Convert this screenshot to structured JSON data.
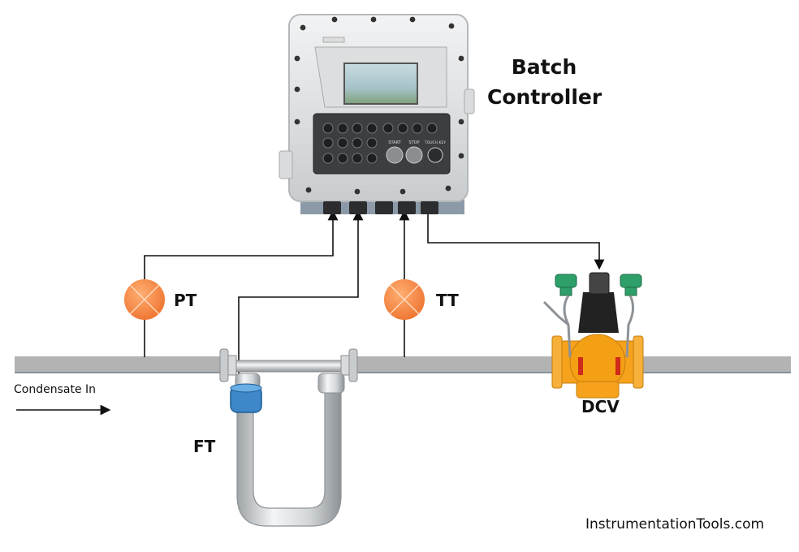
{
  "controller": {
    "title_line1": "Batch",
    "title_line2": "Controller",
    "buttons": [
      "START",
      "STOP",
      "TOUCH KEY"
    ]
  },
  "instruments": {
    "pt": "PT",
    "tt": "TT",
    "ft": "FT",
    "dcv": "DCV"
  },
  "flow": {
    "label": "Condensate In"
  },
  "credit": "InstrumentationTools.com",
  "colors": {
    "instrument_bubble": "#f07d38",
    "pipe": "#b0b0b0",
    "flowmeter_head": "#3e87c8",
    "valve_body": "#f5a623",
    "actuator": "#2f9f6a"
  }
}
